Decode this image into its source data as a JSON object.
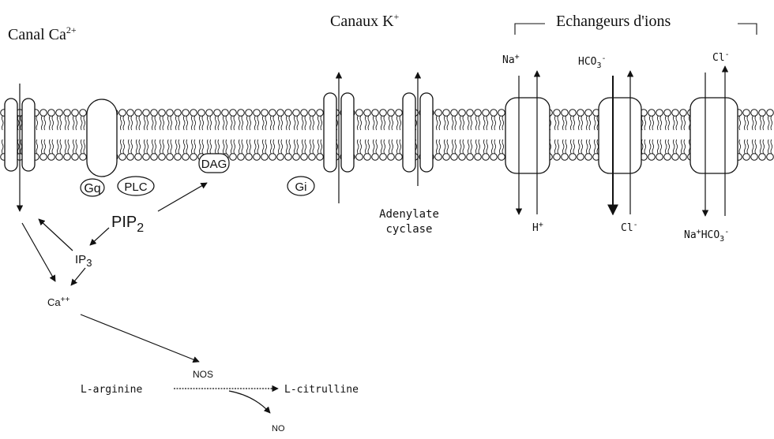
{
  "titles": {
    "ca_channel": "Canal Ca",
    "ca_channel_sup": "2+",
    "k_channels": "Canaux K",
    "k_channels_sup": "+",
    "exchangers": "Echangeurs d'ions"
  },
  "proteins": {
    "gq": "Gq",
    "plc": "PLC",
    "dag": "DAG",
    "gi": "Gi"
  },
  "messengers": {
    "pip2": "PIP",
    "pip2_sub": "2",
    "ip3": "IP",
    "ip3_sub": "3",
    "ca": "Ca",
    "ca_sup": "++",
    "nos": "NOS",
    "l_arginine": "L-arginine",
    "l_citrulline": "L-citrulline",
    "no": "NO"
  },
  "adenylate": {
    "line1": "Adenylate",
    "line2": "cyclase"
  },
  "exchanger_ions": {
    "na_top": "Na",
    "na_top_sup": "+",
    "h_bottom": "H",
    "h_bottom_sup": "+",
    "hco3_top": "HCO",
    "hco3_top_sub": "3",
    "hco3_top_sup": "-",
    "cl_bottom": "Cl",
    "cl_bottom_sup": "-",
    "cl_top": "Cl",
    "cl_top_sup": "-",
    "na_bottom": "Na",
    "na_bottom_sup": "+",
    "hco3_bottom": "HCO",
    "hco3_bottom_sub": "3",
    "hco3_bottom_sup": "-"
  },
  "colors": {
    "ink": "#111111",
    "background": "#ffffff"
  }
}
